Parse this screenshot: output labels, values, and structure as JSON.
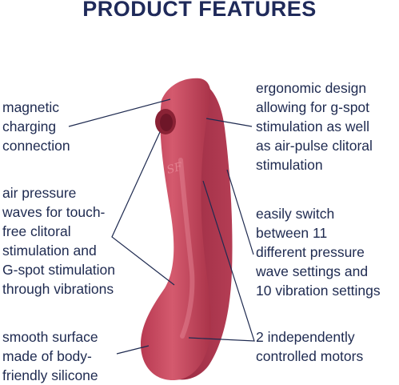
{
  "title": "PRODUCT FEATURES",
  "features": {
    "magnetic": "magnetic\ncharging\nconnection",
    "air_pressure": "air pressure\nwaves for touch-\nfree clitoral\nstimulation and\nG-spot stimulation\nthrough vibrations",
    "smooth": "smooth surface\nmade of body-\nfriendly silicone",
    "ergonomic": "ergonomic design\nallowing for g-spot\nstimulation as well\nas air-pulse clitoral\nstimulation",
    "switch": "easily switch\nbetween 11\ndifferent pressure\nwave settings and\n10 vibration settings",
    "motors": "2 independently\ncontrolled motors"
  },
  "colors": {
    "text": "#1e2a50",
    "product": "#c8465c",
    "product_dark": "#9e2e44",
    "product_light": "#e07585"
  },
  "logo": "SF"
}
